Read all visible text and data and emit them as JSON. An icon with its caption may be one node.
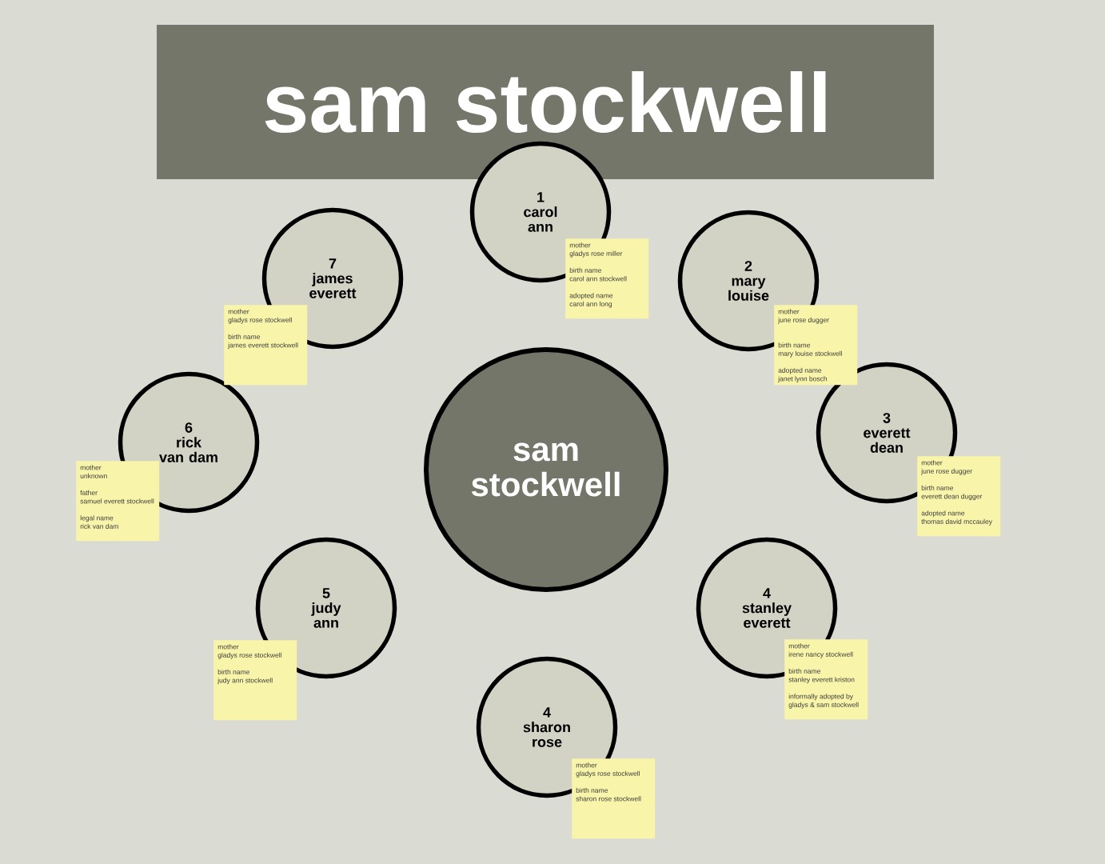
{
  "diagram": {
    "title": "sam stockwell",
    "nodes": [
      {
        "text": [
          "sam stockwell"
        ]
      },
      {
        "text": [
          "1",
          "carol ann"
        ]
      },
      {
        "text": [
          "mother",
          "gladys rose miller",
          "birth name",
          "carol ann stockwell",
          "adopted name",
          "carol ann long"
        ]
      },
      {
        "text": [
          "2",
          "mary louise"
        ]
      },
      {
        "text": [
          "mother",
          "june rose dugger",
          "birth name",
          "mary louise stockwell",
          "adopted name",
          "janet lynn bosch"
        ]
      },
      {
        "text": [
          "3",
          "everett dean"
        ]
      },
      {
        "text": [
          "mother",
          "june rose dugger",
          "birth name",
          "everett dean dugger",
          "adopted name",
          "thomas david mccauley"
        ]
      },
      {
        "text": [
          "4",
          "stanley everett"
        ]
      },
      {
        "text": [
          "mother",
          "irene nancy stockwell",
          "birth name",
          "stanley everett kriston",
          "informally adopted by",
          "gladys & sam stockwell"
        ]
      },
      {
        "text": [
          "4",
          "sharon rose"
        ]
      },
      {
        "text": [
          "mother",
          "gladys rose stockwell",
          "birth name",
          "sharon rose stockwell"
        ]
      },
      {
        "text": [
          "5",
          "judy ann"
        ]
      },
      {
        "text": [
          "mother",
          "gladys rose stockwell",
          "birth name",
          "judy ann stockwell"
        ]
      },
      {
        "text": [
          "6",
          "rick van dam"
        ]
      },
      {
        "text": [
          "mother",
          "unknown",
          "father",
          "samuel everett stockwell",
          "legal name",
          "rick van dam"
        ]
      },
      {
        "text": [
          "7",
          "james everett"
        ]
      },
      {
        "text": [
          "mother",
          "gladys rose stockwell",
          "birth name",
          "james everett stockwell"
        ]
      }
    ]
  }
}
